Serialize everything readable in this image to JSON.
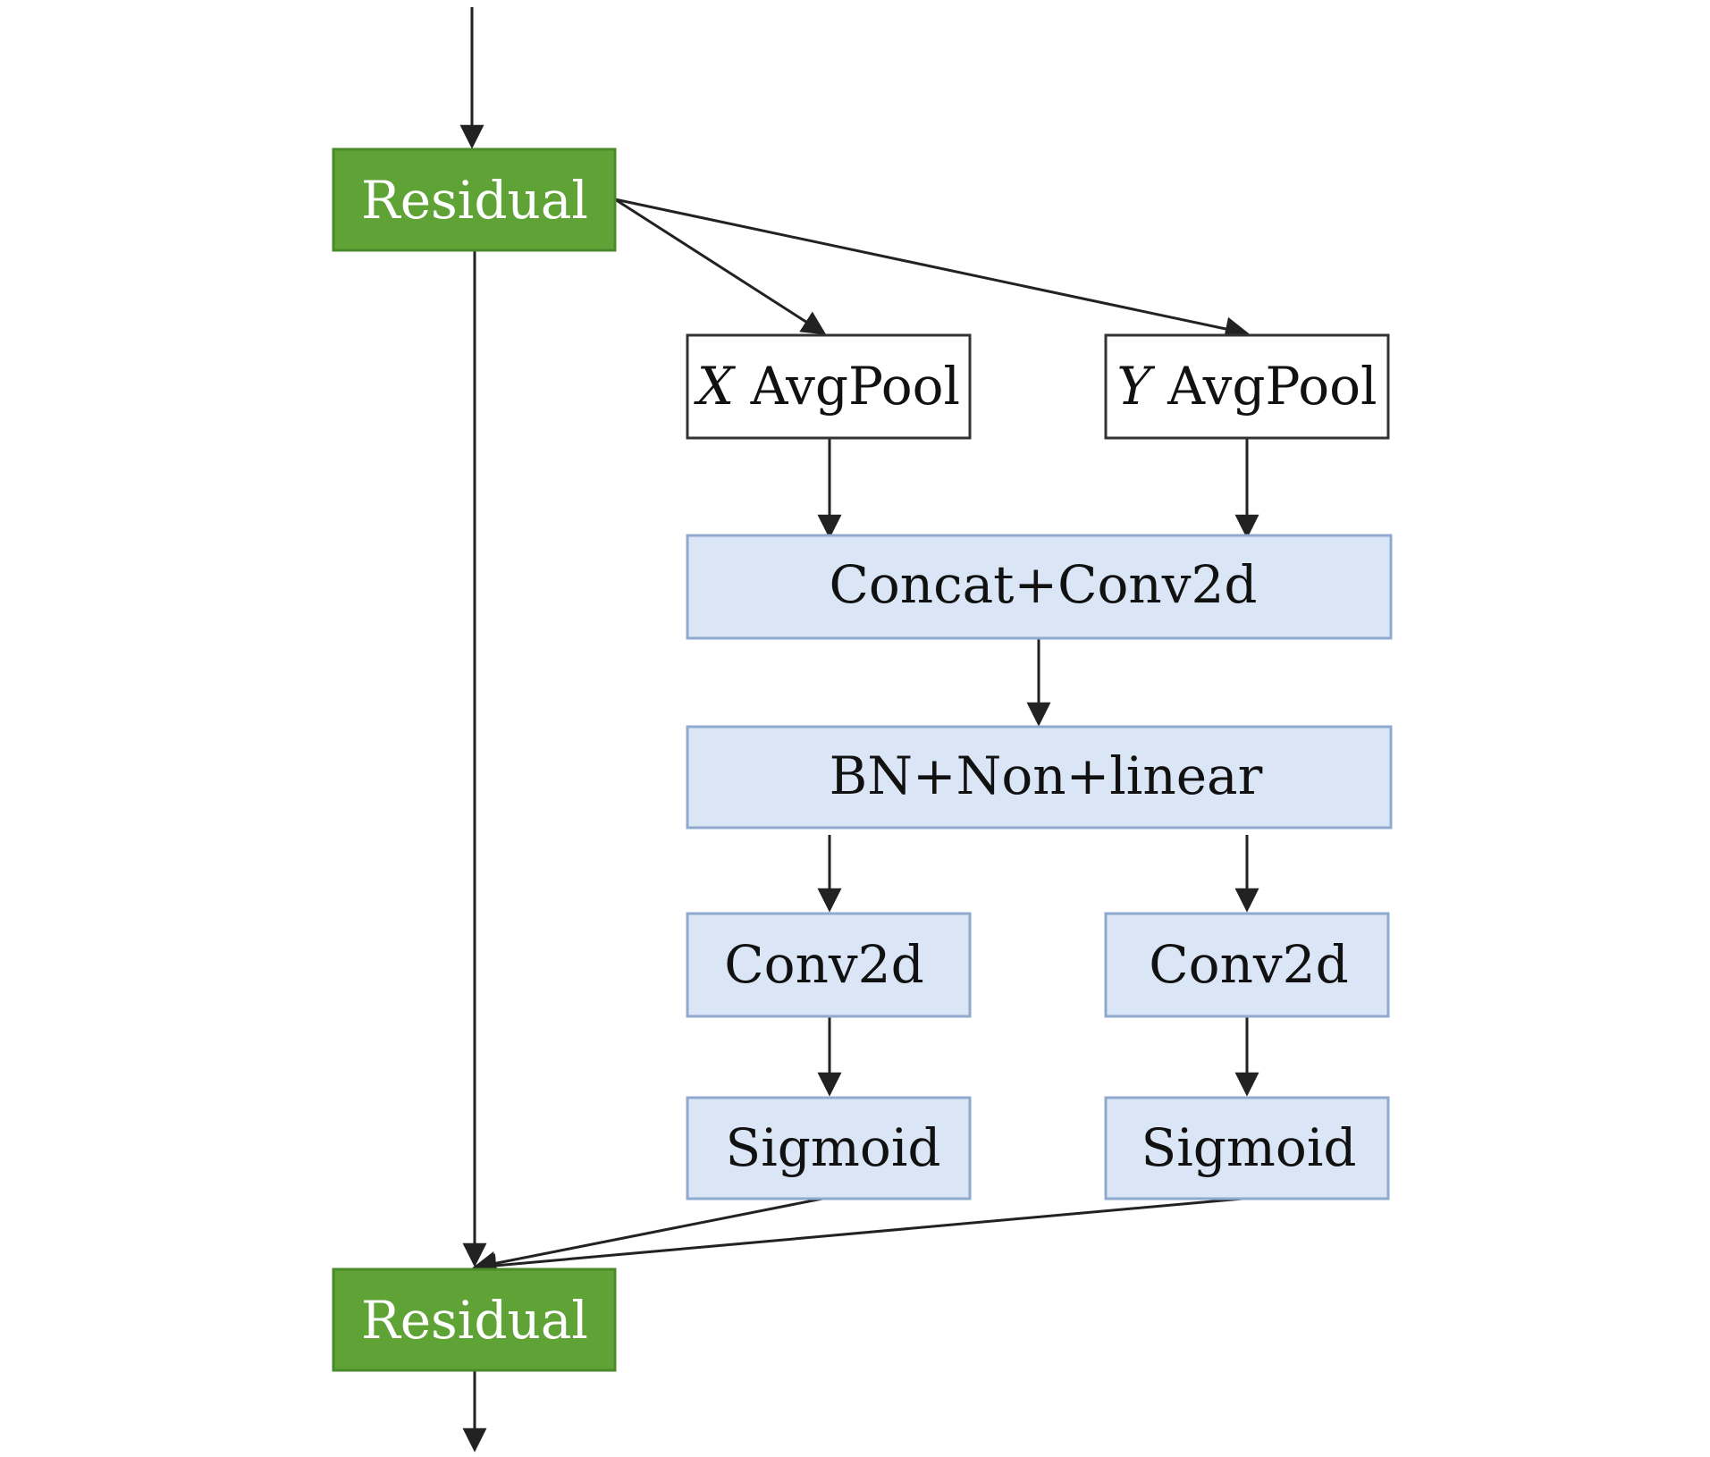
{
  "nodes": {
    "residual_top": {
      "label": "Residual"
    },
    "x_avgpool": {
      "prefix": "X",
      "label": " AvgPool"
    },
    "y_avgpool": {
      "prefix": "Y",
      "label": " AvgPool"
    },
    "concat_conv": {
      "label": "Concat+Conv2d"
    },
    "bn_nonlinear": {
      "label": "BN+Non+linear"
    },
    "conv_left": {
      "label": "Conv2d"
    },
    "conv_right": {
      "label": "Conv2d"
    },
    "sigmoid_left": {
      "label": "Sigmoid"
    },
    "sigmoid_right": {
      "label": "Sigmoid"
    },
    "residual_bottom": {
      "label": "Residual"
    }
  },
  "colors": {
    "residual_fill": "#5fa236",
    "residual_border": "#4a8a2a",
    "blue_fill": "#dae6f5",
    "blue_border": "#8fa9cf",
    "white_fill": "#ffffff",
    "white_border": "#333333",
    "arrow": "#222222"
  }
}
